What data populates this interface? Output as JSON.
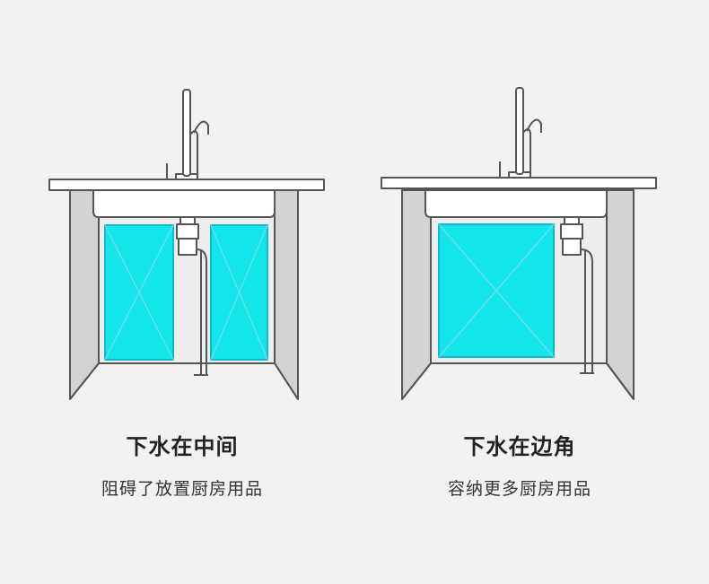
{
  "colors": {
    "background": "#f2f2f2",
    "line": "#555555",
    "cabinet_fill": "#d3d3d3",
    "panel_fill": "#eeeeee",
    "storage_fill": "#12e6ea",
    "storage_border": "#0fb9d0",
    "storage_lines": "#7fd8e6"
  },
  "left": {
    "title": "下水在中间",
    "subtitle": "阻碍了放置厨房用品"
  },
  "right": {
    "title": "下水在边角",
    "subtitle": "容纳更多厨房用品"
  }
}
